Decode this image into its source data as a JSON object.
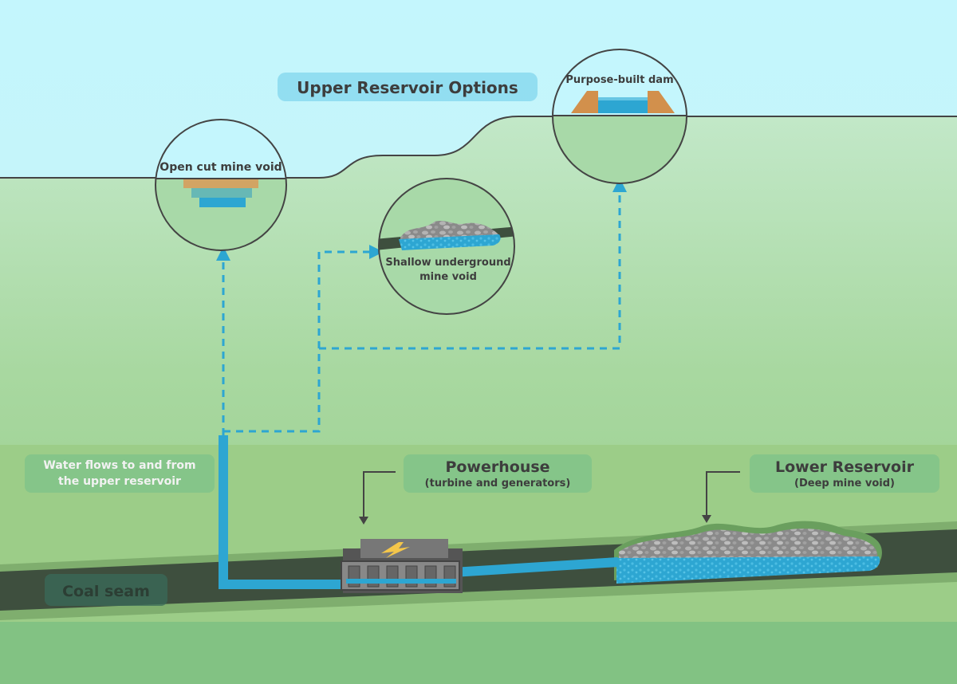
{
  "title": "Upper Reservoir Options",
  "reservoir_options": {
    "open_cut": "Open cut mine void",
    "shallow_line1": "Shallow underground",
    "shallow_line2": "mine void",
    "dam": "Purpose-built dam"
  },
  "water_flow": {
    "line1": "Water flows to and from",
    "line2": "the upper reservoir"
  },
  "powerhouse": {
    "name": "Powerhouse",
    "detail": "(turbine and generators)"
  },
  "lower_reservoir": {
    "name": "Lower Reservoir",
    "detail": "(Deep mine void)"
  },
  "coal_seam": "Coal seam",
  "colors": {
    "sky": "#c4f6fd",
    "water": "#2da6d2",
    "coal": "#3e4f3e",
    "outline": "#444444",
    "label_box": "#7fc38a"
  }
}
